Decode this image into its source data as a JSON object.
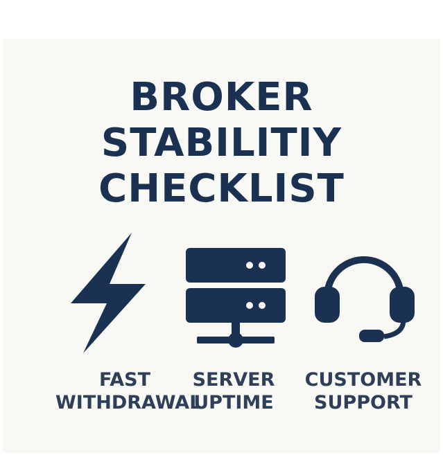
{
  "title": {
    "line1": "BROKER",
    "line2": "STABILITIY",
    "line3": "CHECKLIST"
  },
  "items": [
    {
      "icon": "lightning-bolt-icon",
      "line1": "FAST",
      "line2": "WITHDRAWAL"
    },
    {
      "icon": "server-icon",
      "line1": "SERVER",
      "line2": "UPTIME"
    },
    {
      "icon": "headset-icon",
      "line1": "CUSTOMER",
      "line2": "SUPPORT"
    }
  ],
  "colors": {
    "navy": "#1b3152",
    "label": "#2e3f57",
    "background": "#f8f8f4"
  }
}
